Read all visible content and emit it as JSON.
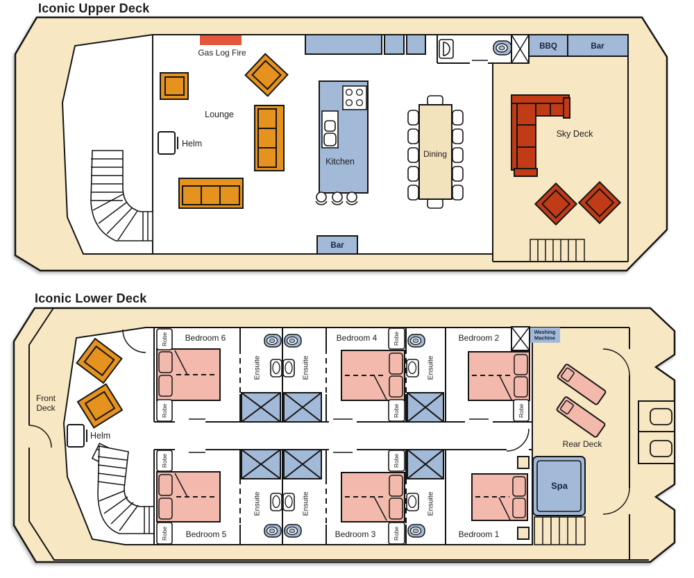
{
  "palette": {
    "hull_tan": "#F7E7C3",
    "fixture_blue": "#A2B9D7",
    "sofa_orange": "#E6921F",
    "sofa_red": "#C23B17",
    "bed_pink": "#F2B9AC",
    "fire_red": "#E4563B",
    "line_black": "#141414",
    "text_navy": "#16233e"
  },
  "upper_deck": {
    "title": "Iconic Upper Deck",
    "labels": {
      "gas_log_fire": "Gas Log Fire",
      "lounge": "Lounge",
      "helm": "Helm",
      "kitchen": "Kitchen",
      "dining": "Dining",
      "bar_island": "Bar",
      "bbq": "BBQ",
      "bar": "Bar",
      "sky_deck": "Sky Deck"
    }
  },
  "lower_deck": {
    "title": "Iconic Lower Deck",
    "labels": {
      "front_deck": "Front Deck",
      "helm": "Helm",
      "bedroom_6": "Bedroom 6",
      "bedroom_4": "Bedroom 4",
      "bedroom_2": "Bedroom 2",
      "bedroom_5": "Bedroom 5",
      "bedroom_3": "Bedroom 3",
      "bedroom_1": "Bedroom 1",
      "robe": "Robe",
      "ensuite": "Ensuite",
      "washing_machine": "Washing Machine",
      "rear_deck": "Rear Deck",
      "spa": "Spa"
    }
  }
}
